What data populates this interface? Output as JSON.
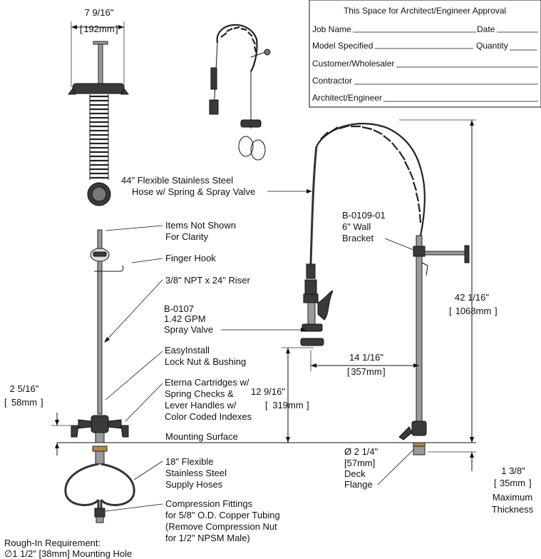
{
  "approval_box": {
    "title": "This Space for Architect/Engineer Approval",
    "rows": [
      "Job Name",
      "Date",
      "Model Specified",
      "Quantity",
      "Customer/Wholesaler",
      "Contractor",
      "Architect/Engineer"
    ]
  },
  "dimensions": {
    "width_top": "7 9/16\"",
    "width_top_mm": "192mm",
    "handle_height": "2 5/16\"",
    "handle_height_mm": "58mm",
    "valve_height": "12 9/16\"",
    "valve_height_mm": "319mm",
    "reach": "14 1/16\"",
    "reach_mm": "357mm",
    "overall_height": "42 1/16\"",
    "overall_height_mm": "1068mm",
    "max_thickness": "1 3/8\"",
    "max_thickness_mm": "35mm"
  },
  "labels": {
    "hose_line1": "44\" Flexible Stainless Steel",
    "hose_line2": "Hose w/ Spring & Spray Valve",
    "items_line1": "Items Not Shown",
    "items_line2": "For Clarity",
    "finger_hook": "Finger Hook",
    "riser": "3/8\" NPT x 24\" Riser",
    "spray_line1": "B-0107",
    "spray_line2": "1.42 GPM",
    "spray_line3": "Spray Valve",
    "lock_line1": "EasyInstall",
    "lock_line2": "Lock Nut & Bushing",
    "cart_line1": "Eterna Cartridges w/",
    "cart_line2": "Spring Checks &",
    "cart_line3": "Lever Handles w/",
    "cart_line4": "Color Coded Indexes",
    "mounting_surface": "Mounting Surface",
    "supply_line1": "18\" Flexible",
    "supply_line2": "Stainless Steel",
    "supply_line3": "Supply Hoses",
    "comp_line1": "Compression Fittings",
    "comp_line2": "for 5/8\" O.D. Copper Tubing",
    "comp_line3": "(Remove Compression Nut",
    "comp_line4": "for 1/2\" NPSM Male)",
    "bracket_line1": "B-0109-01",
    "bracket_line2": "6\" Wall",
    "bracket_line3": "Bracket",
    "flange_line1": "Ø 2 1/4\"",
    "flange_line2": "[57mm]",
    "flange_line3": "Deck",
    "flange_line4": "Flange",
    "max_line1": "Maximum",
    "max_line2": "Thickness",
    "rough_line1": "Rough-In Requirement:",
    "rough_line2": "∅1 1/2\" [38mm] Mounting Hole"
  }
}
